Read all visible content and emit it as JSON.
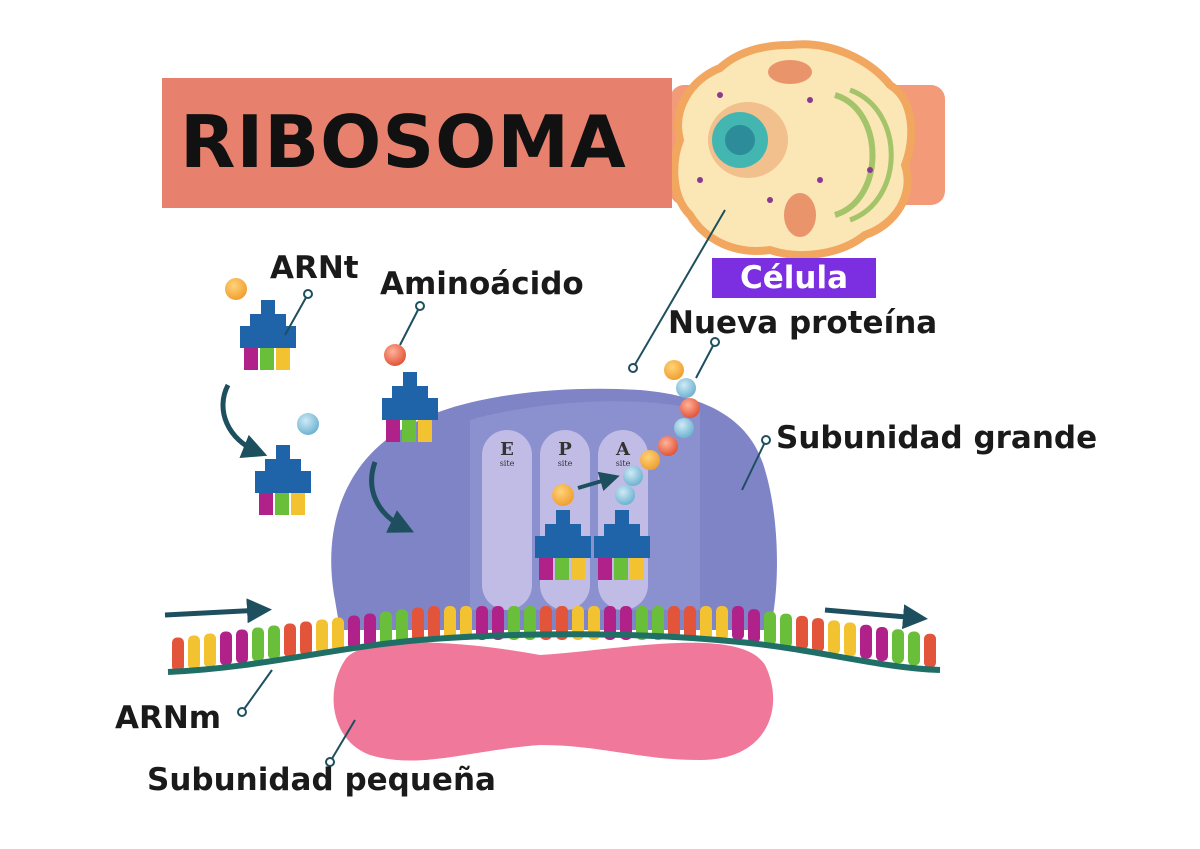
{
  "title": "RIBOSOMA",
  "labels": {
    "arnt": "ARNt",
    "aminoacido": "Aminoácido",
    "celula": "Célula",
    "nueva_proteina": "Nueva proteína",
    "subunidad_grande": "Subunidad grande",
    "arnm": "ARNm",
    "subunidad_pequena": "Subunidad pequeña"
  },
  "sites": [
    {
      "letter": "E",
      "sub": "site"
    },
    {
      "letter": "P",
      "sub": "site"
    },
    {
      "letter": "A",
      "sub": "site"
    }
  ],
  "colors": {
    "banner": "#e8806e",
    "banner_tab": "#f39a78",
    "celula_badge": "#7b2fe0",
    "large_subunit": "#7f84c6",
    "small_subunit": "#f0789a",
    "trna_body": "#1f63a8",
    "arrow": "#1d4f5e",
    "backbone": "#1f6f66"
  },
  "icons": [
    "cell-icon",
    "trna-icon",
    "arrow-icon"
  ]
}
